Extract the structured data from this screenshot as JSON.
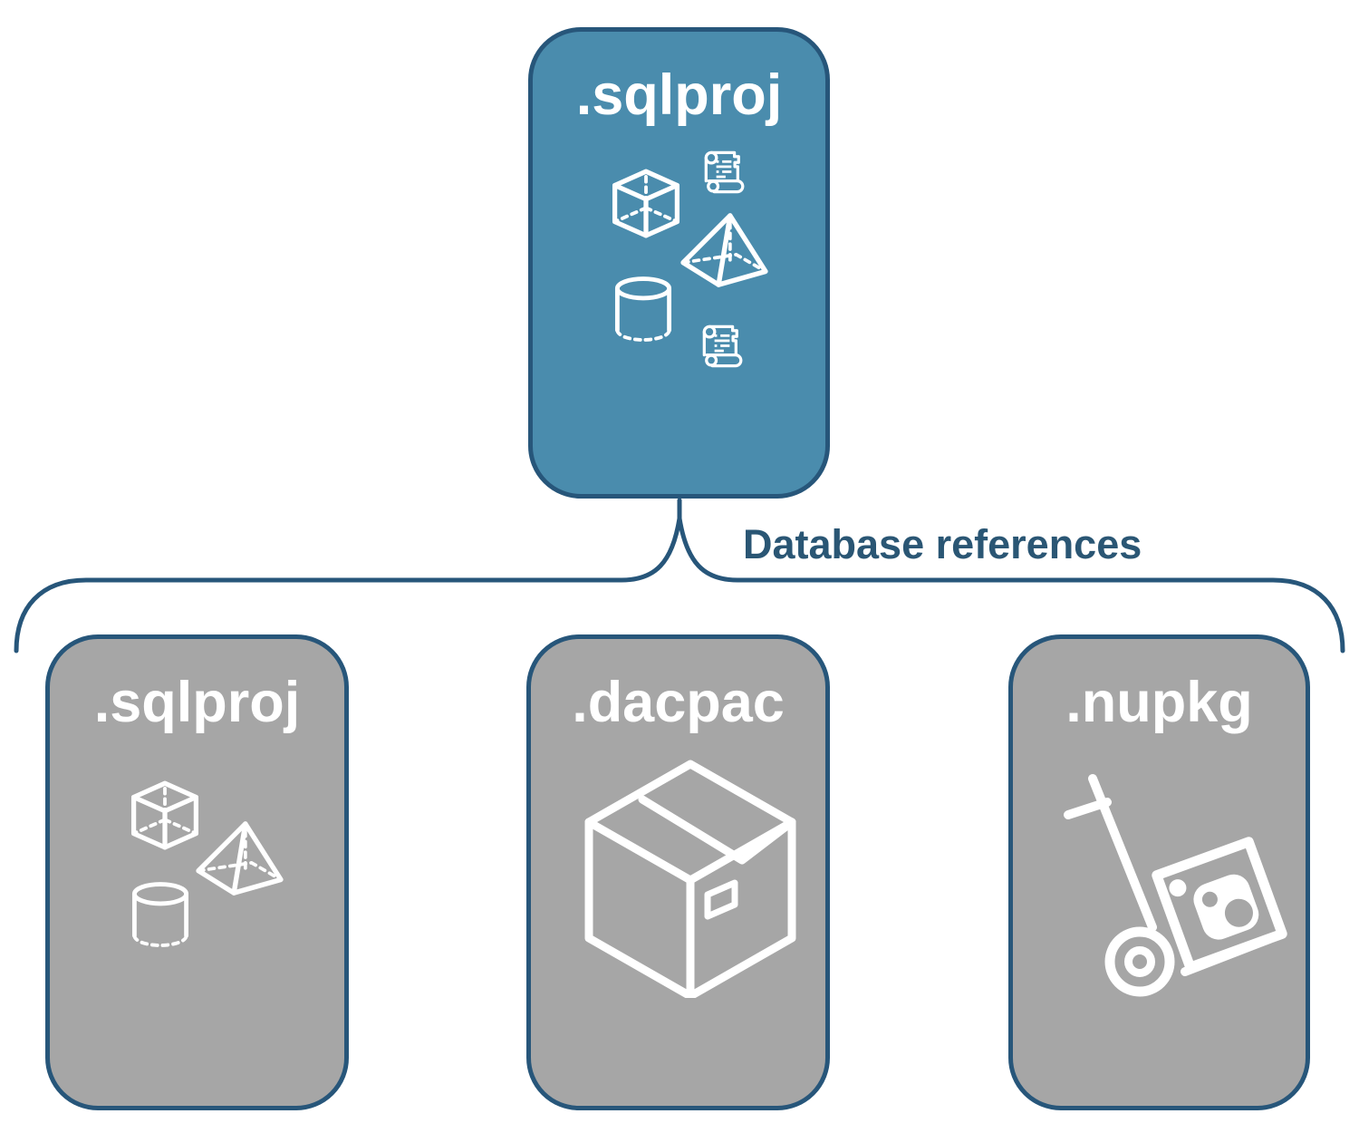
{
  "root_card": {
    "label": ".sqlproj",
    "icons": [
      "cube-icon",
      "scroll-icon",
      "pyramid-icon",
      "cylinder-icon",
      "scroll-icon"
    ]
  },
  "connector": {
    "label": "Database references"
  },
  "child_cards": [
    {
      "label": ".sqlproj",
      "icons": [
        "cube-icon",
        "pyramid-icon",
        "cylinder-icon"
      ]
    },
    {
      "label": ".dacpac",
      "icons": [
        "package-box-icon"
      ]
    },
    {
      "label": ".nupkg",
      "icons": [
        "hand-truck-package-icon"
      ]
    }
  ],
  "colors": {
    "root_card_fill": "#4a8cad",
    "child_card_fill": "#a6a6a6",
    "outline": "#27567a",
    "connector_label_text": "#2a5674",
    "icon_stroke": "#ffffff",
    "background": "#ffffff"
  }
}
